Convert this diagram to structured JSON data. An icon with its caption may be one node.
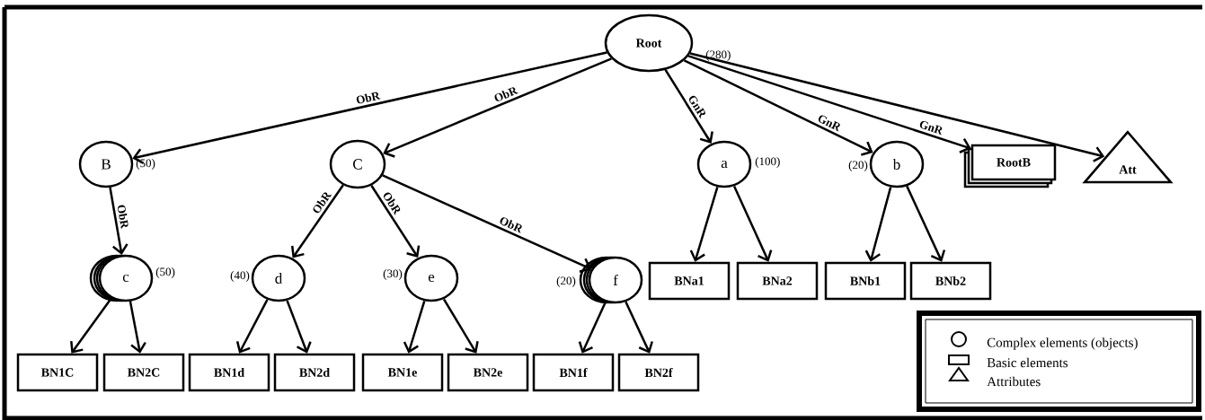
{
  "diagram": {
    "nodes": [
      {
        "text": [
          "Root"
        ],
        "beside": [
          "(280)"
        ]
      },
      {
        "text": [
          "B"
        ],
        "beside": [
          "(50)"
        ]
      },
      {
        "text": [
          "C"
        ]
      },
      {
        "text": [
          "a"
        ],
        "beside": [
          "(100)"
        ]
      },
      {
        "text": [
          "b"
        ],
        "beside": [
          "(20)"
        ]
      },
      {
        "text": [
          "RootB"
        ]
      },
      {
        "text": [
          "Att"
        ]
      },
      {
        "text": [
          "c"
        ],
        "beside": [
          "(50)"
        ]
      },
      {
        "text": [
          "d"
        ],
        "beside": [
          "(40)"
        ]
      },
      {
        "text": [
          "e"
        ],
        "beside": [
          "(30)"
        ]
      },
      {
        "text": [
          "f"
        ],
        "beside": [
          "(20)"
        ]
      },
      {
        "text": [
          "BNa1"
        ]
      },
      {
        "text": [
          "BNa2"
        ]
      },
      {
        "text": [
          "BNb1"
        ]
      },
      {
        "text": [
          "BNb2"
        ]
      },
      {
        "text": [
          "BN1C"
        ]
      },
      {
        "text": [
          "BN2C"
        ]
      },
      {
        "text": [
          "BN1d"
        ]
      },
      {
        "text": [
          "BN2d"
        ]
      },
      {
        "text": [
          "BN1e"
        ]
      },
      {
        "text": [
          "BN2e"
        ]
      },
      {
        "text": [
          "BN1f"
        ]
      },
      {
        "text": [
          "BN2f"
        ]
      }
    ],
    "edges": [
      {
        "from": 0,
        "to": 1,
        "arrow": "to",
        "label": "ObR"
      },
      {
        "from": 0,
        "to": 2,
        "arrow": "to",
        "label": "ObR"
      },
      {
        "from": 0,
        "to": 3,
        "arrow": "to",
        "label": "GnR"
      },
      {
        "from": 0,
        "to": 4,
        "arrow": "to",
        "label": "GnR"
      },
      {
        "from": 0,
        "to": 5,
        "arrow": "to",
        "label": "GnR"
      },
      {
        "from": 0,
        "to": 6,
        "arrow": "to"
      },
      {
        "from": 1,
        "to": 7,
        "arrow": "to",
        "label": "ObR"
      },
      {
        "from": 2,
        "to": 8,
        "arrow": "to",
        "label": "ObR"
      },
      {
        "from": 2,
        "to": 9,
        "arrow": "to",
        "label": "ObR"
      },
      {
        "from": 2,
        "to": 10,
        "arrow": "to",
        "label": "ObR"
      },
      {
        "from": 3,
        "to": 11,
        "arrow": "to"
      },
      {
        "from": 3,
        "to": 12,
        "arrow": "to"
      },
      {
        "from": 4,
        "to": 13,
        "arrow": "to"
      },
      {
        "from": 4,
        "to": 14,
        "arrow": "to"
      },
      {
        "from": 7,
        "to": 15,
        "arrow": "to"
      },
      {
        "from": 7,
        "to": 16,
        "arrow": "to"
      },
      {
        "from": 8,
        "to": 17,
        "arrow": "to"
      },
      {
        "from": 8,
        "to": 18,
        "arrow": "to"
      },
      {
        "from": 9,
        "to": 19,
        "arrow": "to"
      },
      {
        "from": 9,
        "to": 20,
        "arrow": "to"
      },
      {
        "from": 10,
        "to": 21,
        "arrow": "to"
      },
      {
        "from": 10,
        "to": 22,
        "arrow": "to"
      }
    ],
    "legend": [
      {
        "text": "Complex elements (objects)"
      },
      {
        "text": "Basic elements"
      },
      {
        "text": "Attributes"
      }
    ]
  }
}
